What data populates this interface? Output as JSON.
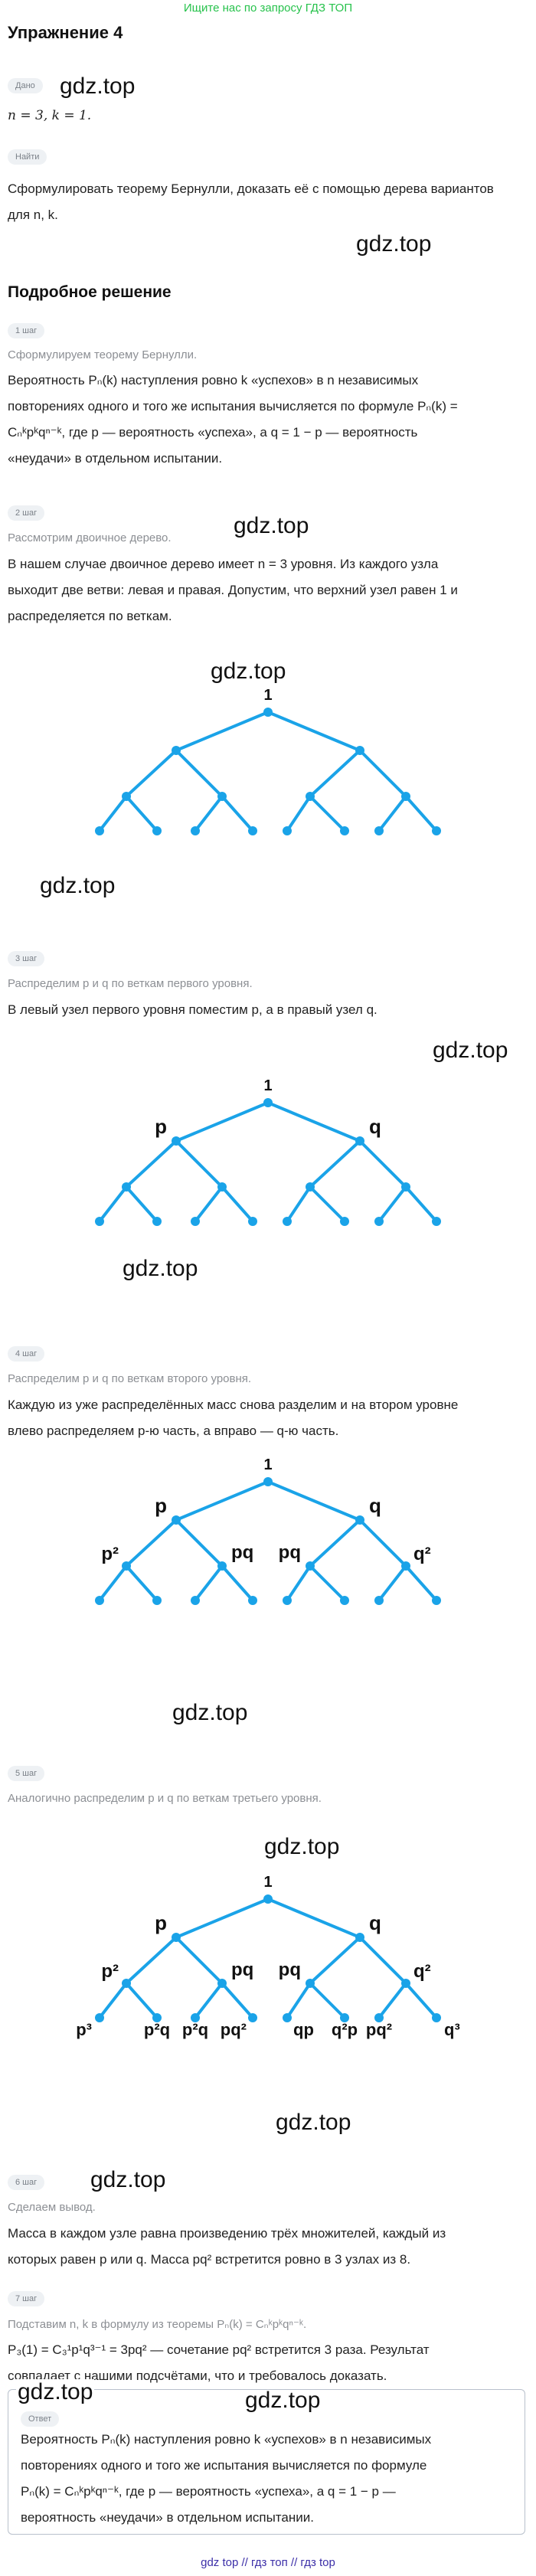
{
  "top_banner": "Ищите нас по запросу ГДЗ ТОП",
  "title": "Упражнение 4",
  "given": {
    "badge": "Дано",
    "text": "n = 3, k = 1."
  },
  "find": {
    "badge": "Найти",
    "text_line1": "Сформулировать теорему Бернулли, доказать её с помощью дерева вариантов",
    "text_line2": "для n, k."
  },
  "watermark": "gdz.top",
  "solution_heading": "Подробное решение",
  "steps": [
    {
      "badge": "1 шаг",
      "caption": "Сформулируем теорему Бернулли.",
      "lines": [
        "Вероятность Pₙ(k) наступления ровно k «успехов» в n независимых",
        "повторениях одного и того же испытания вычисляется по формуле Pₙ(k) =",
        "Cₙᵏpᵏqⁿ⁻ᵏ, где p — вероятность «успеха», а q = 1 − p — вероятность",
        "«неудачи» в отдельном испытании."
      ]
    },
    {
      "badge": "2 шаг",
      "caption": "Рассмотрим двоичное дерево.",
      "lines": [
        "В нашем случае двоичное дерево имеет n = 3 уровня. Из каждого узла",
        "выходит две ветви: левая и правая. Допустим, что верхний узел равен 1 и",
        "распределяется по веткам."
      ]
    },
    {
      "badge": "3 шаг",
      "caption": "Распределим p и q по веткам первого уровня.",
      "lines": [
        "В левый узел первого уровня поместим p, а в правый узел q."
      ]
    },
    {
      "badge": "4 шаг",
      "caption": "Распределим p и q по веткам второго уровня.",
      "lines": [
        "Каждую из уже распределённых масс снова разделим и на втором уровне",
        "влево распределяем p-ю часть, а вправо — q-ю часть."
      ]
    },
    {
      "badge": "5 шаг",
      "caption": "Аналогично распределим p и q по веткам третьего уровня."
    },
    {
      "badge": "6 шаг",
      "caption": "Сделаем вывод.",
      "lines": [
        "Масса в каждом узле равна произведению трёх множителей, каждый из",
        "которых равен p или q. Масса pq² встретится ровно в 3 узлах из 8."
      ]
    },
    {
      "badge": "7 шаг",
      "caption": "Подставим n, k в формулу из теоремы Pₙ(k) = Cₙᵏpᵏqⁿ⁻ᵏ.",
      "lines": [
        "P₃(1) = C₃¹p¹q³⁻¹ = 3pq² — сочетание pq² встретится 3 раза. Результат",
        "совпадает с нашими подсчётами, что и требовалось доказать."
      ]
    }
  ],
  "tree_labels": {
    "root": "1",
    "level1": [
      "p",
      "q"
    ],
    "level2": [
      "p²",
      "pq",
      "pq",
      "q²"
    ],
    "level3": [
      "p³",
      "p²q",
      "p²q",
      "pq²",
      "qp",
      "q²p",
      "pq²",
      "q³"
    ]
  },
  "answer": {
    "badge": "Ответ",
    "lines": [
      "Вероятность Pₙ(k) наступления ровно k «успехов» в n независимых",
      "повторениях одного и того же испытания вычисляется по формуле",
      "Pₙ(k) = Cₙᵏpᵏqⁿ⁻ᵏ, где p — вероятность «успеха», а q = 1 − p —",
      "вероятность «неудачи» в отдельном испытании."
    ]
  },
  "bottom_links": "gdz top // гдз топ // гдз top",
  "colors": {
    "tree": "#1aa3e8",
    "banner": "#27c24c",
    "links": "#3c2fa8"
  }
}
